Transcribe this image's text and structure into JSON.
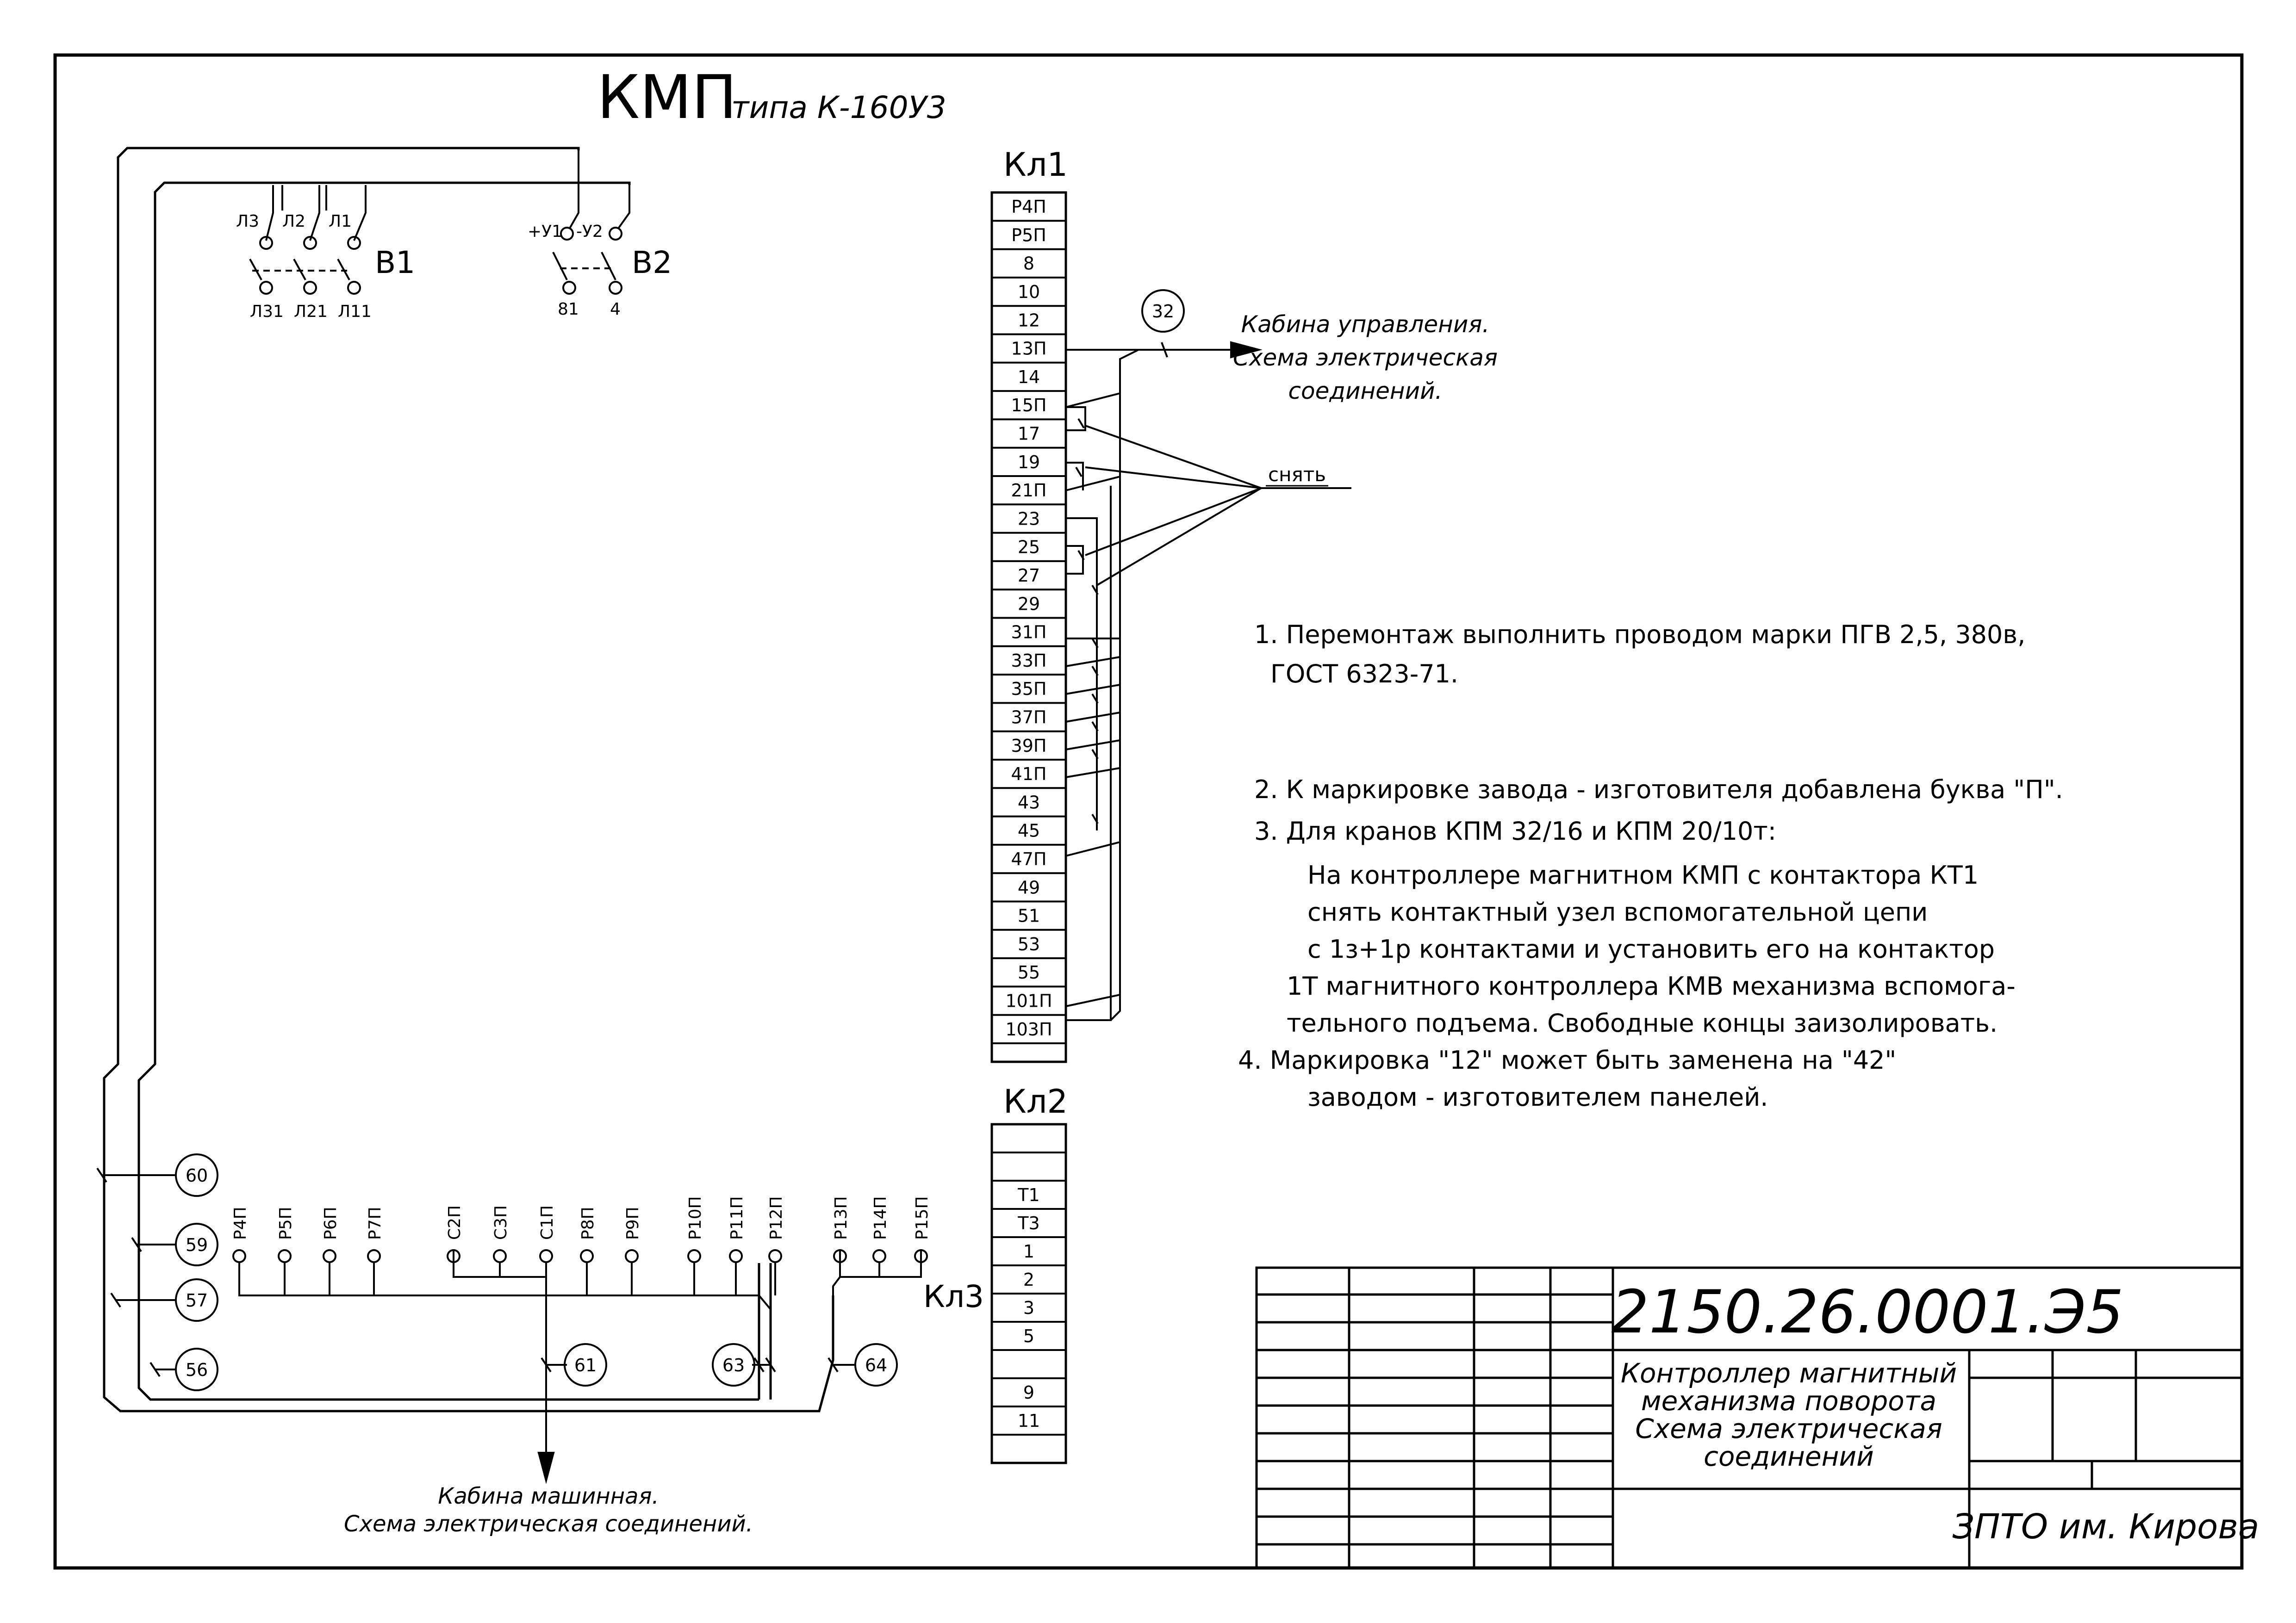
{
  "title": {
    "main": "КМП",
    "subtitle": "типа К-160У3"
  },
  "switches": {
    "b1": {
      "name": "В1",
      "top": [
        "Л3",
        "Л2",
        "Л1"
      ],
      "bottom": [
        "Л31",
        "Л21",
        "Л11"
      ]
    },
    "b2": {
      "name": "В2",
      "top": [
        "+У1",
        "-У2"
      ],
      "bottom": [
        "81",
        "4"
      ]
    }
  },
  "kl1": {
    "name": "Кл1",
    "terminals": [
      "Р4П",
      "Р5П",
      "8",
      "10",
      "12",
      "13П",
      "14",
      "15П",
      "17",
      "19",
      "21П",
      "23",
      "25",
      "27",
      "29",
      "31П",
      "33П",
      "35П",
      "37П",
      "39П",
      "41П",
      "43",
      "45",
      "47П",
      "49",
      "51",
      "53",
      "55",
      "101П",
      "103П"
    ]
  },
  "kl2": {
    "name": "Кл2",
    "terminals": [
      "",
      "",
      "Т1",
      "Т3",
      "1",
      "2",
      "3",
      "5",
      "",
      "9",
      "11",
      ""
    ]
  },
  "kl3": {
    "name": "Кл3",
    "terminals": [
      "Р4П",
      "Р5П",
      "Р6П",
      "Р7П",
      "С2П",
      "С3П",
      "С1П",
      "Р8П",
      "Р9П",
      "Р10П",
      "Р11П",
      "Р12П",
      "Р13П",
      "Р14П",
      "Р15П"
    ]
  },
  "cables": {
    "c32": "32",
    "c60": "60",
    "c59": "59",
    "c57": "57",
    "c56": "56",
    "c61": "61",
    "c63": "63",
    "c64": "64"
  },
  "labels": {
    "cabin_control": [
      "Кабина управления.",
      "Схема электрическая",
      "соединений."
    ],
    "remove": "снять",
    "cabin_machine": [
      "Кабина машинная.",
      "Схема электрическая соединений."
    ]
  },
  "notes": [
    "1. Перемонтаж выполнить проводом марки ПГВ 2,5, 380в,",
    "ГОСТ 6323-71.",
    "2. К маркировке завода - изготовителя добавлена буква \"П\".",
    "3. Для кранов КПМ 32/16 и КПМ 20/10т:",
    "На контроллере магнитном КМП с контактора КТ1",
    "снять контактный узел вспомогательной цепи",
    "с 1з+1р контактами и установить его на контактор",
    "1Т магнитного контроллера КМВ механизма вспомога-",
    "тельного подъема. Свободные концы заизолировать.",
    "4. Маркировка \"12\" может быть заменена на \"42\"",
    "заводом - изготовителем панелей."
  ],
  "title_block": {
    "doc_number": "2150.26.0001.Э5",
    "name": [
      "Контроллер магнитный",
      "механизма поворота",
      "Схема электрическая",
      "соединений"
    ],
    "organization": "ЗПТО им. Кирова"
  }
}
